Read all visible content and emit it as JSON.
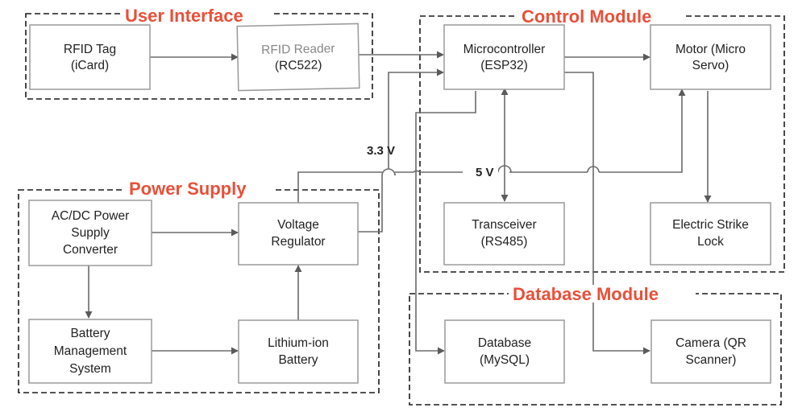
{
  "groups": {
    "user_interface": "User Interface",
    "control_module": "Control Module",
    "power_supply": "Power Supply",
    "database_module": "Database Module"
  },
  "blocks": {
    "rfid_tag": [
      "RFID Tag",
      "(iCard)"
    ],
    "rfid_reader": [
      "RFID Reader",
      "(RC522)"
    ],
    "microcontroller": [
      "Microcontroller",
      "(ESP32)"
    ],
    "motor": [
      "Motor (Micro",
      "Servo)"
    ],
    "transceiver": [
      "Transceiver",
      "(RS485)"
    ],
    "electric_strike": [
      "Electric Strike",
      "Lock"
    ],
    "acdc_converter": [
      "AC/DC Power",
      "Supply",
      "Converter"
    ],
    "voltage_regulator": [
      "Voltage",
      "Regulator"
    ],
    "battery_mgmt": [
      "Battery",
      "Management",
      "System"
    ],
    "lithium_battery": [
      "Lithium-ion",
      "Battery"
    ],
    "database": [
      "Database",
      "(MySQL)"
    ],
    "camera": [
      "Camera (QR",
      "Scanner)"
    ]
  },
  "voltages": {
    "v33": "3.3 V",
    "v5": "5 V"
  },
  "colors": {
    "title": "#e8503a",
    "wire": "#6b6b6b",
    "box_border": "#9a9a9a"
  }
}
